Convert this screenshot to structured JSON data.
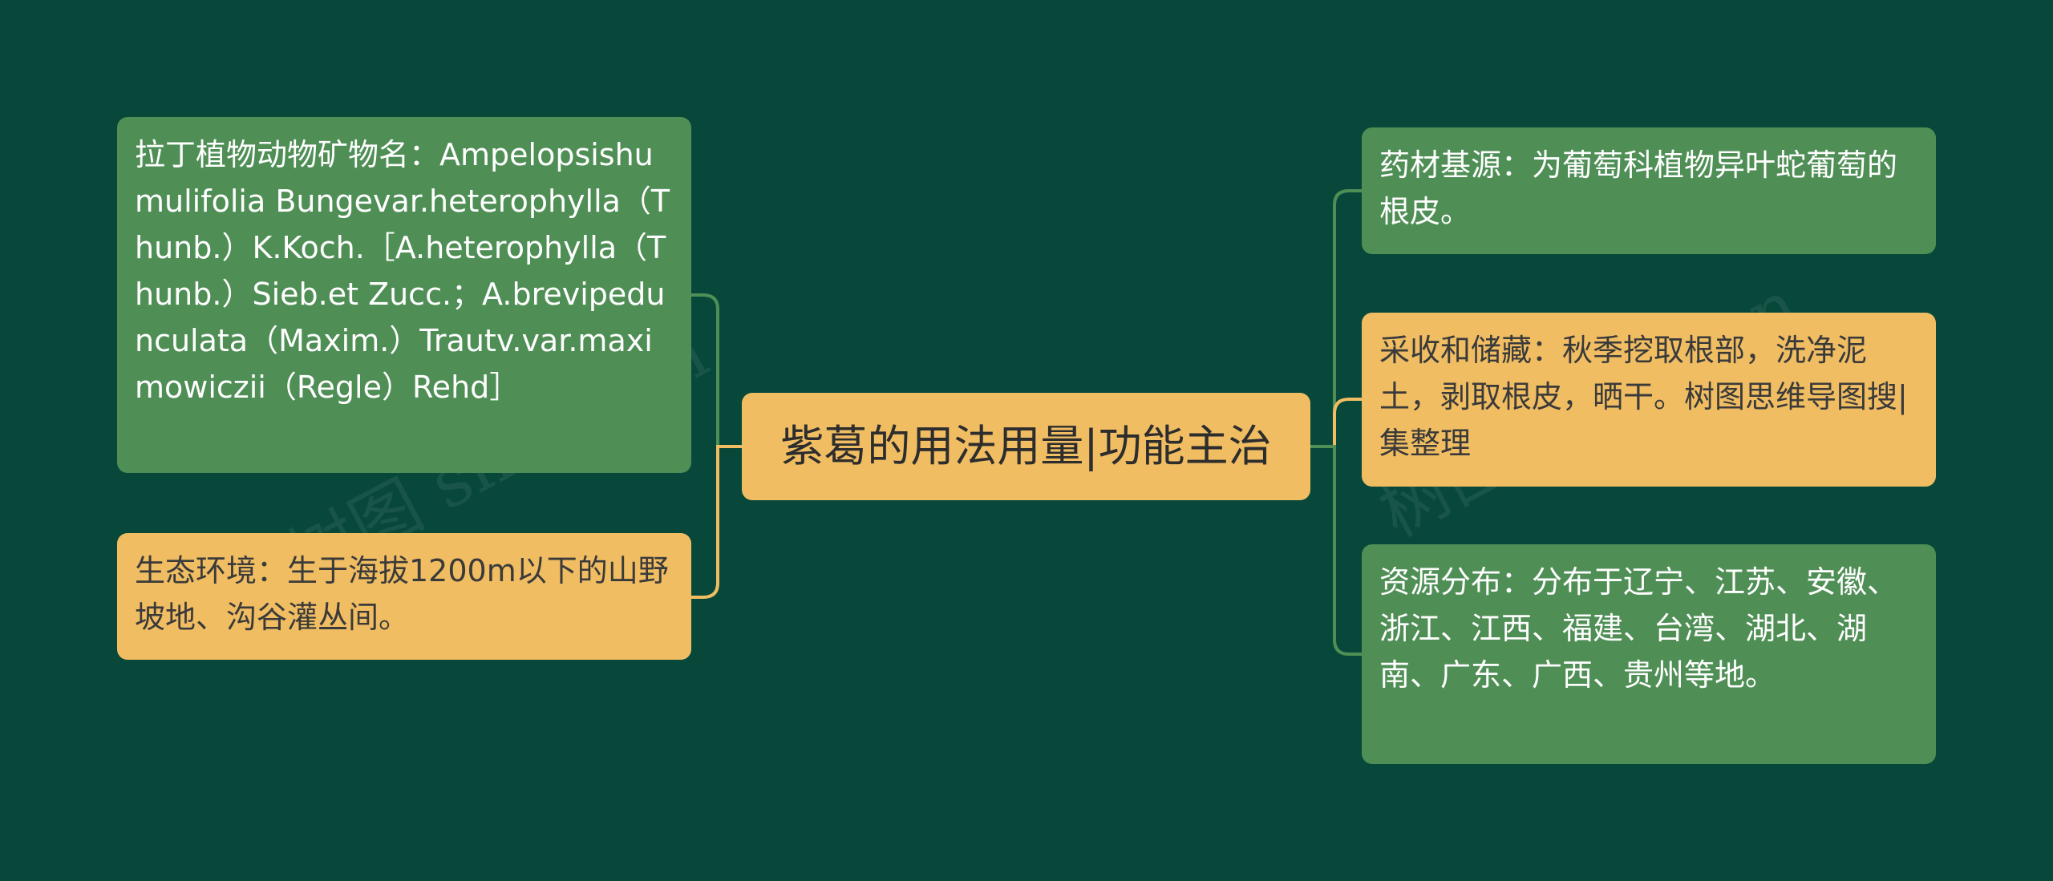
{
  "center": {
    "label": "紫葛的用法用量|功能主治"
  },
  "left": [
    {
      "id": "latin",
      "color": "green",
      "text": "拉丁植物动物矿物名：Ampelopsishumulifolia Bungevar.heterophylla（Thunb.）K.Koch.［A.heterophylla（Thunb.）Sieb.et Zucc.；A.brevipedunculata（Maxim.）Trautv.var.maximowiczii（Regle）Rehd］"
    },
    {
      "id": "habitat",
      "color": "yellow",
      "text": "生态环境：生于海拔1200m以下的山野坡地、沟谷灌丛间。"
    }
  ],
  "right": [
    {
      "id": "source",
      "color": "green",
      "text": "药材基源：为葡萄科植物异叶蛇葡萄的根皮。"
    },
    {
      "id": "harvest",
      "color": "yellow",
      "text": "采收和储藏：秋季挖取根部，洗净泥土，剥取根皮，晒干。树图思维导图搜|集整理"
    },
    {
      "id": "distribution",
      "color": "green",
      "text": "资源分布：分布于辽宁、江苏、安徽、浙江、江西、福建、台湾、湖北、湖南、广东、广西、贵州等地。"
    }
  ],
  "watermarks": [
    "树图 shutu.cn",
    "树图 shutu.cn"
  ],
  "colors": {
    "background": "#07483a",
    "green_node": "#4f8f56",
    "yellow_node": "#f0bd63",
    "green_link": "#4f8f56",
    "yellow_link": "#f0bd63"
  }
}
